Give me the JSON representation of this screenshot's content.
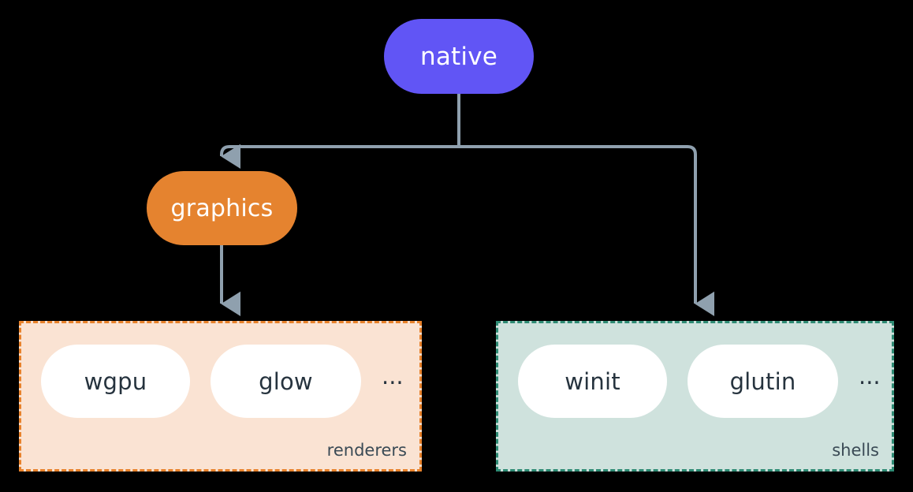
{
  "diagram": {
    "type": "flow-tree",
    "background_color": "#000000",
    "connector_color": "#8FA0AE",
    "root": {
      "id": "native",
      "label": "native",
      "fill_color": "#6155F5",
      "text_color": "#FFFFFF",
      "shape": "rounded-pill"
    },
    "intermediate": {
      "id": "graphics",
      "label": "graphics",
      "fill_color": "#E5832F",
      "text_color": "#FFFFFF",
      "shape": "rounded-pill"
    },
    "groups": [
      {
        "id": "renderers",
        "label": "renderers",
        "fill_color": "#FAE3D3",
        "border_color": "#E8822B",
        "border_style": "dashed",
        "label_color": "#3A4A55",
        "items": [
          {
            "id": "wgpu",
            "label": "wgpu"
          },
          {
            "id": "glow",
            "label": "glow"
          }
        ],
        "overflow_indicator": "..."
      },
      {
        "id": "shells",
        "label": "shells",
        "fill_color": "#CFE2DD",
        "border_color": "#2E8B74",
        "border_style": "dashed",
        "label_color": "#3A4A55",
        "items": [
          {
            "id": "winit",
            "label": "winit"
          },
          {
            "id": "glutin",
            "label": "glutin"
          }
        ],
        "overflow_indicator": "..."
      }
    ],
    "edges": [
      {
        "from": "native",
        "to": "graphics",
        "arrow": true
      },
      {
        "from": "native",
        "to": "shells",
        "arrow": true
      },
      {
        "from": "graphics",
        "to": "renderers",
        "arrow": true
      }
    ]
  }
}
